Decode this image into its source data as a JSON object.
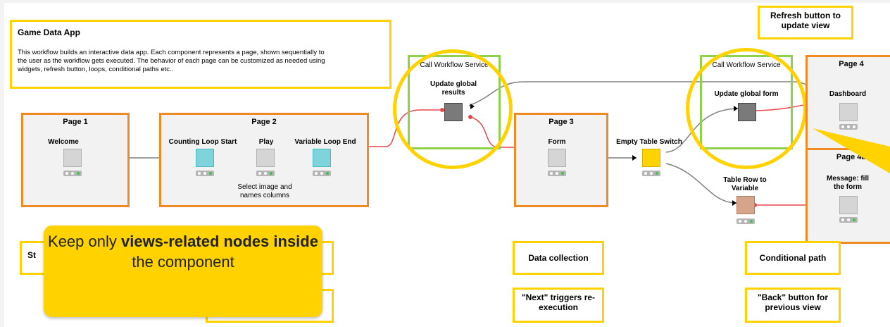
{
  "app": {
    "title": "Game Data App",
    "description": "This workflow builds an interactive data app. Each component represents a page, shown sequentially to the user as the workflow gets executed. The behavior of each page can be customized as needed using widgets, refresh button, loops, conditional paths etc.."
  },
  "annotations": {
    "refresh_note": "Refresh button to update view",
    "data_collection": "Data collection",
    "next_triggers": "\"Next\" triggers re-execution",
    "conditional_path": "Conditional path",
    "back_button": "\"Back\" button for previous view",
    "partial_left": "St",
    "callout": {
      "part1": "Keep only ",
      "bold1": "views-related nodes inside",
      "part2": " the component"
    }
  },
  "pages": {
    "page1": {
      "title": "Page 1",
      "node_label": "Welcome"
    },
    "page2": {
      "title": "Page 2",
      "counting_loop_label": "Counting Loop Start",
      "play_label": "Play",
      "variable_loop_end_label": "Variable Loop End",
      "play_annotation": "Select image and names columns"
    },
    "page3": {
      "title": "Page 3",
      "node_label": "Form"
    },
    "page4": {
      "title": "Page 4",
      "node_label": "Dashboard"
    },
    "page4b": {
      "title": "Page 4b",
      "node_label": "Message: fill the form"
    }
  },
  "services": {
    "left": {
      "title": "Call Workflow Service",
      "node_label": "Update global results"
    },
    "right": {
      "title": "Call Workflow Service",
      "node_label": "Update global form"
    }
  },
  "nodes": {
    "empty_table_switch": "Empty Table Switch",
    "table_row_to_variable": "Table Row to Variable"
  },
  "colors": {
    "annotation_yellow": "#ffd200",
    "component_orange": "#f08a24",
    "service_green": "#8ed14a",
    "flow_variable_red": "#e8474b",
    "data_connection_gray": "#808080"
  }
}
